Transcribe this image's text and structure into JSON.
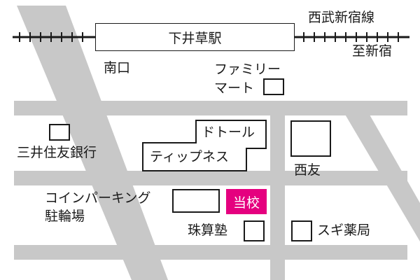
{
  "station": {
    "name": "下井草駅",
    "exit": "南口"
  },
  "railway": {
    "line_name": "西武新宿線",
    "direction": "至新宿"
  },
  "landmarks": {
    "familymart_line1": "ファミリー",
    "familymart_line2": "マート",
    "bank": "三井住友銀行",
    "doutor_line1": "ドトール",
    "doutor_line2": "ティップネス",
    "nishitomo": "西友",
    "parking_line1": "コインパーキング",
    "parking_line2": "駐輪場",
    "school": "当校",
    "juku": "珠算塾",
    "sugi": "スギ薬局"
  },
  "colors": {
    "road": "#c8c8c8",
    "ink": "#1a1a1a",
    "school_accent": "#e5007f",
    "background": "#ffffff"
  }
}
